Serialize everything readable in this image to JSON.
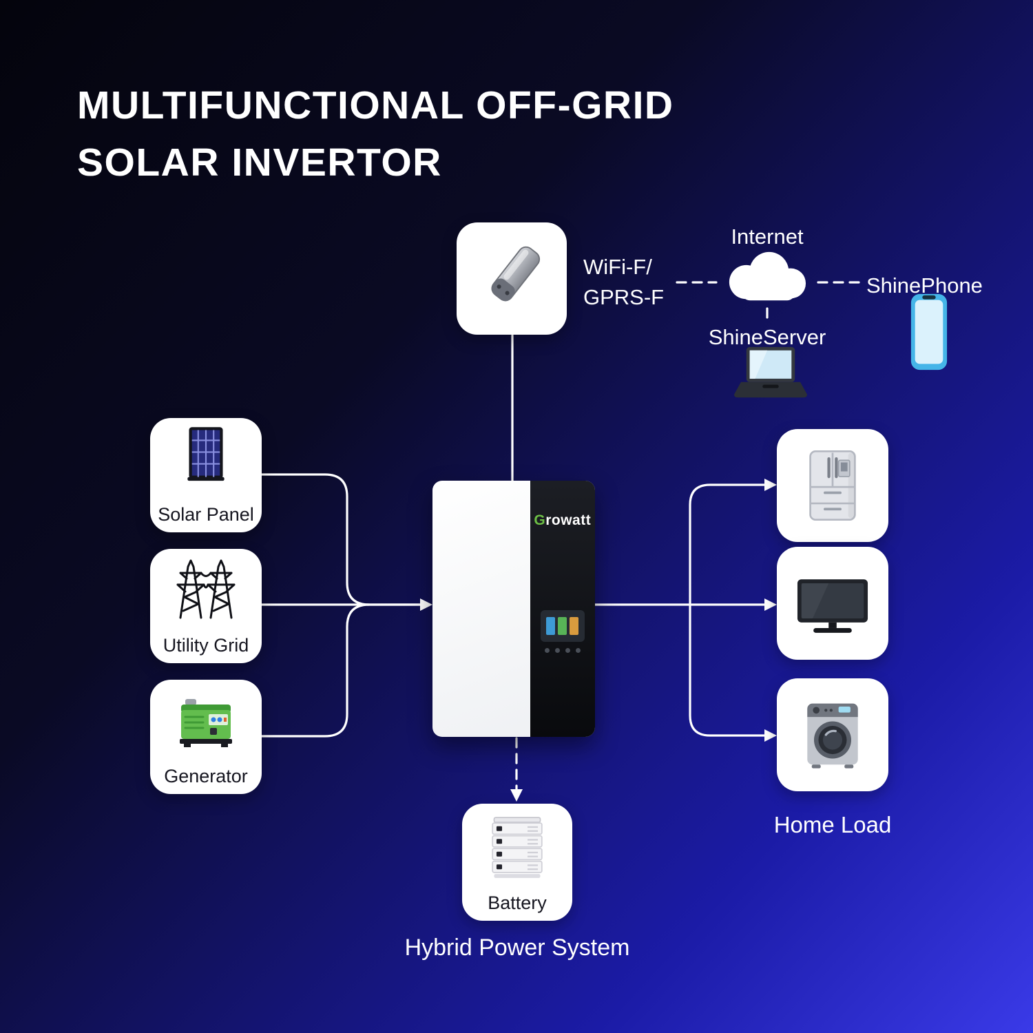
{
  "title": {
    "line1": "MULTIFUNCTIONAL OFF-GRID",
    "line2": "SOLAR INVERTOR"
  },
  "colors": {
    "background_start": "#04040c",
    "background_end": "#3a3ae8",
    "card": "#ffffff",
    "wire": "#ffffff",
    "text_light": "#ffffff",
    "text_dark": "#15151f",
    "growatt_green": "#6cbe45"
  },
  "monitoring": {
    "dongle": {
      "label_line1": "WiFi-F/",
      "label_line2": "GPRS-F",
      "icon": "wifi-dongle-icon"
    },
    "internet": {
      "label": "Internet",
      "icon": "cloud-icon"
    },
    "shineserver": {
      "label": "ShineServer",
      "icon": "laptop-icon"
    },
    "shinephone": {
      "label": "ShinePhone",
      "icon": "smartphone-icon"
    }
  },
  "inverter": {
    "brand_first_letter": "G",
    "brand_rest": "rowatt"
  },
  "sources": [
    {
      "label": "Solar Panel",
      "icon": "solar-panel-icon"
    },
    {
      "label": "Utility Grid",
      "icon": "utility-grid-icon"
    },
    {
      "label": "Generator",
      "icon": "generator-icon"
    }
  ],
  "loads": {
    "label": "Home Load",
    "items": [
      {
        "icon": "refrigerator-icon"
      },
      {
        "icon": "television-icon"
      },
      {
        "icon": "washing-machine-icon"
      }
    ]
  },
  "battery": {
    "label": "Battery",
    "icon": "battery-stack-icon"
  },
  "caption": {
    "label": "Hybrid Power System"
  }
}
